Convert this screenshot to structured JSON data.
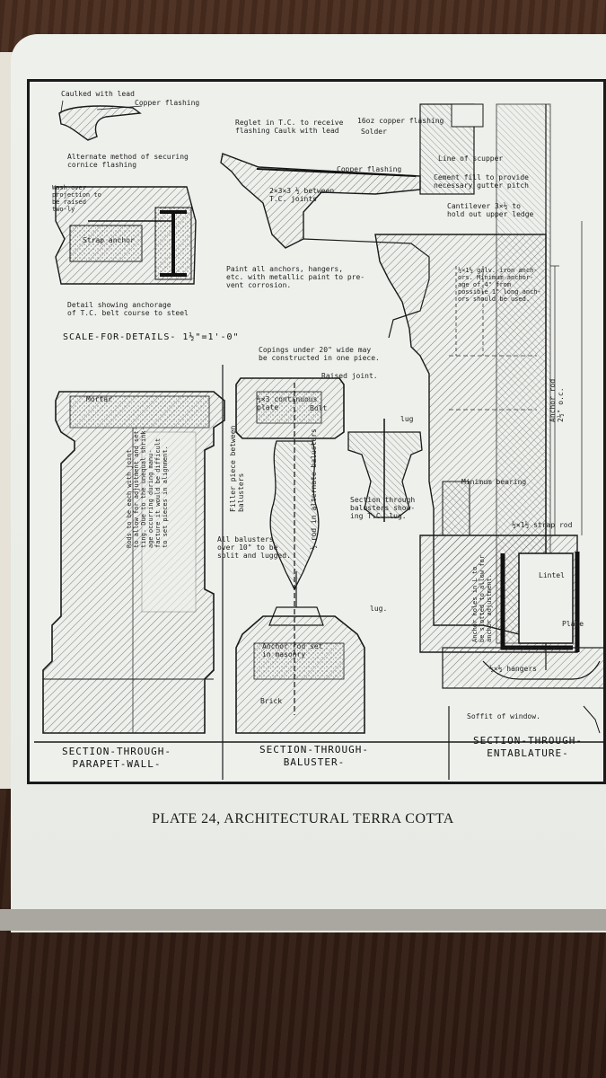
{
  "caption": "PLATE 24, ARCHITECTURAL TERRA COTTA",
  "scale": "SCALE-FOR-DETAILS- 1½\"=1'-0\"",
  "section_titles": {
    "parapet": "SECTION-THROUGH-\nPARAPET-WALL-",
    "baluster": "SECTION-THROUGH-\nBALUSTER-",
    "entablature": "SECTION-THROUGH-\nENTABLATURE-"
  },
  "notes": {
    "caulked": "Caulked with lead",
    "copper_flashing_top": "Copper flashing",
    "alternate_method": "Alternate method of securing\ncornice flashing",
    "wash": "Wash over\nprojection to\nbe raised\ntwo‑ly",
    "strap_anchor": "Strap anchor",
    "detail_anchorage": "Detail showing anchorage\nof T.C. belt course to steel",
    "reglet": "Reglet in T.C. to receive\nflashing Caulk with lead",
    "copper_flashing_16oz": "16oz copper flashing",
    "solder": "Solder",
    "line_of_scupper": "Line of scupper",
    "copper_flashing_mid": "Copper flashing",
    "cement_fill": "Cement fill to provide\nnecessary gutter pitch",
    "tc_joints": "2×3×3 ½ between\nT.C. joints",
    "cantilever": "Cantilever 3×½ to\nhold out upper ledge",
    "paint_anchors": "Paint all anchors, hangers,\netc. with metallic paint to pre-\nvent corrosion.",
    "galv_iron": "½×1½ galv. iron anch-\nors. Minimum anchor-\nage of 4\" from\npossible 1\" long anch-\nors should be used.",
    "anchor_rod": "Anchor rod 2½\" o.c.",
    "copings": "Copings under 20\" wide may\nbe constructed in one piece.",
    "raised_joint": "Raised joint.",
    "continuous_plate": "½×3 continuous\nplate",
    "bolt": "Bolt",
    "lug_top": "lug",
    "mortar": "Mortar",
    "parapet_rods": "Rods to be each with joint\nto allow for adjustment and set-\nting. Due to the unequal shrink-\nage occurring during manu-\nfacture it would be difficult\nto set pieces in alignment.",
    "filler_piece": "Filler piece between\nbalusters",
    "rod_alternate": "½ rod in alternate balusters",
    "section_lug": "Section through\nbalusters show-\ning T.C. lug.",
    "all_balusters": "All balusters\nover 10\" to be\nsplit and lugged.",
    "lug_bottom": "lug.",
    "anchor_rod_masonry": "Anchor rod set\nin masonry",
    "brick": "Brick",
    "minimum_bearing": "Minimum bearing",
    "strap_rod": "½×1½ strap rod",
    "lintel": "Lintel",
    "plate": "Plate",
    "anchor_holes": "Anchor holes in L to\nbe slotted to allow for\nanchor adjustment.",
    "hangers": "½×½ hangers",
    "soffit": "Soffit of window."
  },
  "colors": {
    "ink": "#1a1a1a",
    "paper": "#eef0ec",
    "wood": "#3b2317"
  }
}
